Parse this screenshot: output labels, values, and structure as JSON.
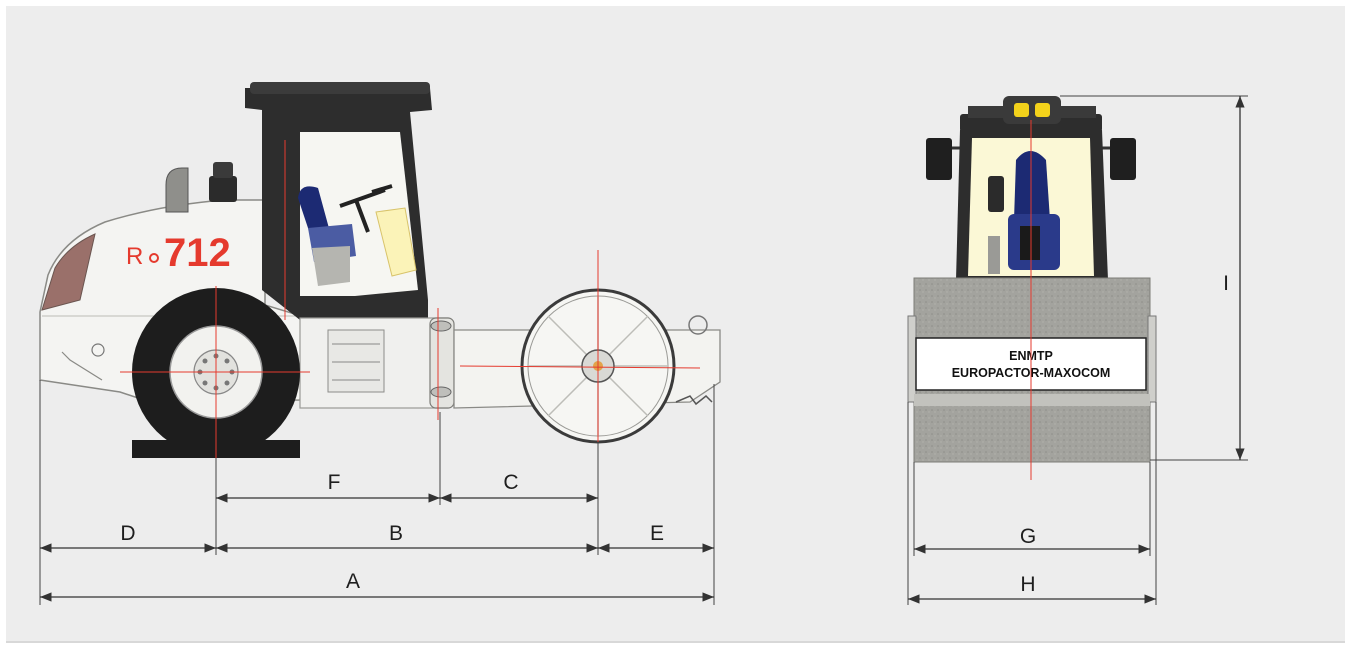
{
  "diagram": {
    "model_prefix": "R",
    "model_number": "712",
    "dimensions": {
      "A": "A",
      "B": "B",
      "C": "C",
      "D": "D",
      "E": "E",
      "F": "F",
      "G": "G",
      "H": "H",
      "I": "I"
    },
    "front_plate": {
      "line1": "ENMTP",
      "line2": "EUROPACTOR-MAXOCOM"
    }
  },
  "colors": {
    "background": "#ededed",
    "body": "#f4f4f2",
    "cab_frame": "#2d2d2d",
    "tire": "#1d1d1d",
    "accent_red": "#e53a2e",
    "drum_gray": "#a3a39e",
    "cab_glass": "#fbf8d6",
    "seat_blue": "#1c2a73",
    "beacon_yellow": "#f3d21b",
    "dimension_line": "#333333"
  }
}
